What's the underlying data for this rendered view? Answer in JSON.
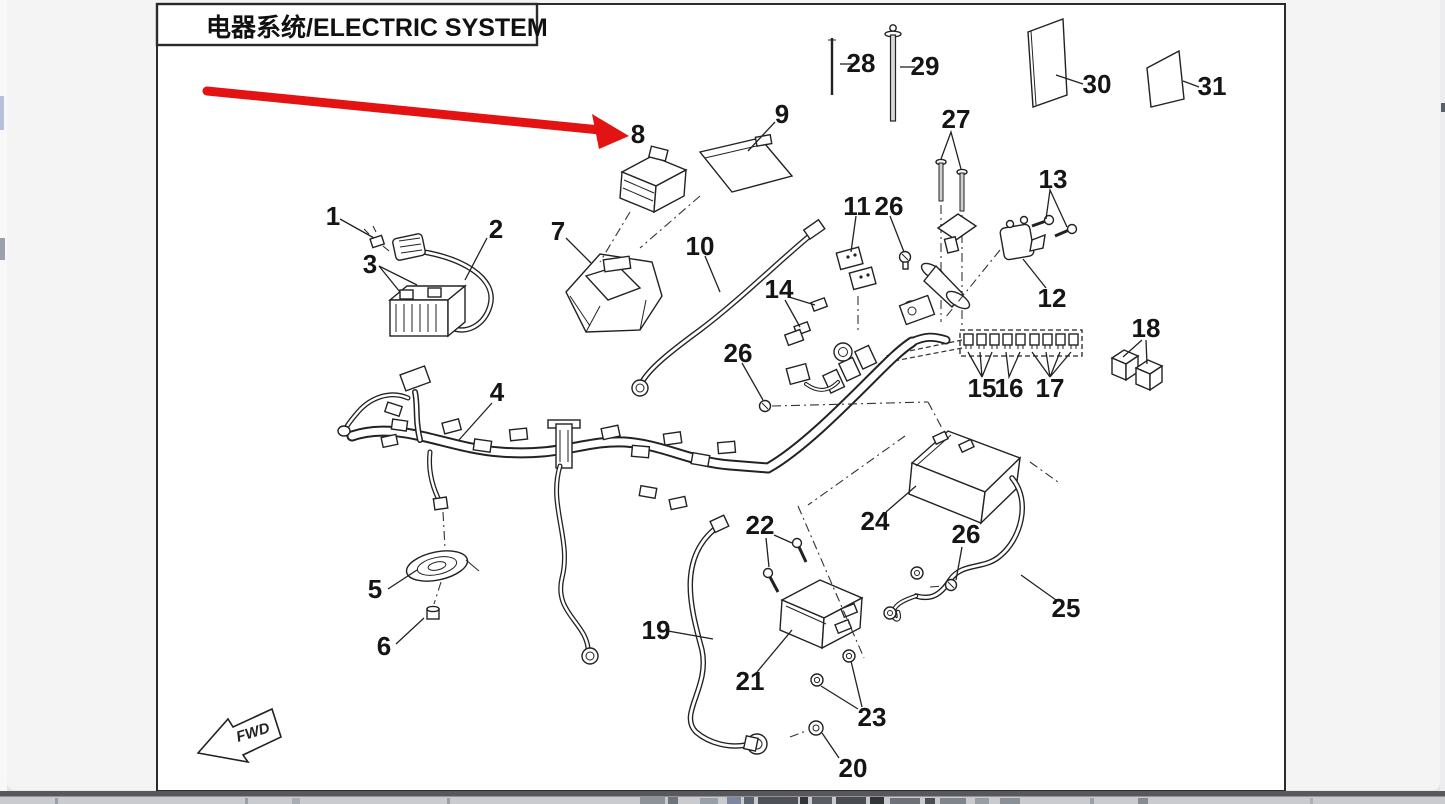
{
  "window": {
    "background": "#e3e4e6",
    "card_background": "#f4f4f5",
    "page_background": "#ffffff",
    "page_border_color": "#2b2b2b",
    "bottom_bar_color": "#58585a"
  },
  "title": {
    "text": "电器系统/ELECTRIC SYSTEM"
  },
  "annotations": {
    "red_arrow_color": "#e41313",
    "red_arrow_points_to_part": "8",
    "fwd_label": "FWD"
  },
  "diagram": {
    "type": "exploded-parts-diagram",
    "system": "ELECTRIC SYSTEM",
    "line_color": "#222222"
  },
  "callouts": {
    "k1": "1",
    "k2": "2",
    "k3": "3",
    "k4": "4",
    "k5": "5",
    "k6": "6",
    "k7": "7",
    "k8": "8",
    "k9": "9",
    "k10": "10",
    "k11": "11",
    "k12": "12",
    "k13": "13",
    "k14": "14",
    "k15": "15",
    "k16": "16",
    "k17": "17",
    "k18": "18",
    "k19": "19",
    "k20": "20",
    "k21": "21",
    "k22": "22",
    "k23": "23",
    "k24": "24",
    "k25": "25",
    "k26a": "26",
    "k26b": "26",
    "k26c": "26",
    "k27": "27",
    "k28": "28",
    "k29": "29",
    "k30": "30",
    "k31": "31"
  }
}
